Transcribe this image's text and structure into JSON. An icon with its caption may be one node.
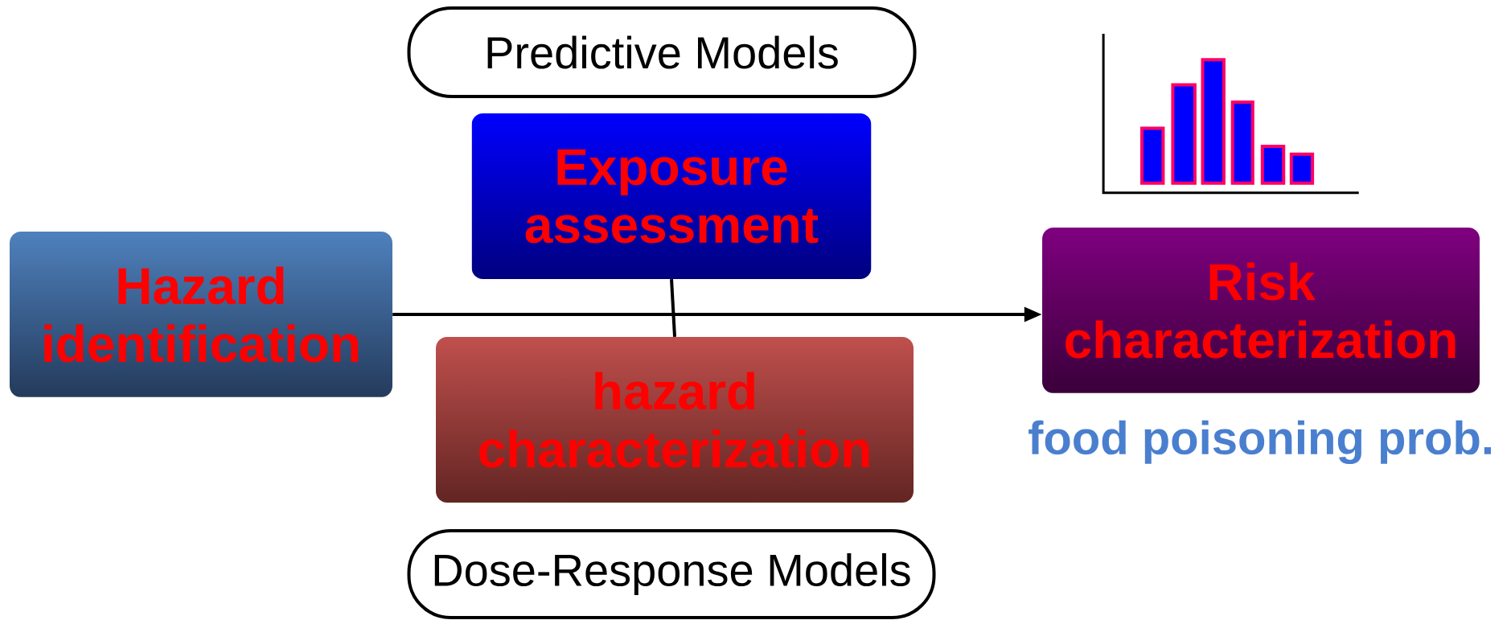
{
  "diagram": {
    "nodes": [
      {
        "text": [
          "Predictive Models"
        ]
      },
      {
        "text": [
          "Exposure assessment"
        ]
      },
      {
        "text": [
          "Hazard identification"
        ]
      },
      {
        "text": [
          "hazard characterization"
        ]
      },
      {
        "text": [
          "Risk characterization"
        ],
        "beside": [
          "food poisoning prob."
        ]
      },
      {
        "text": [
          "Dose-Response Models"
        ]
      }
    ],
    "edges": [
      {
        "from": 2,
        "to": 4,
        "arrow": "to"
      },
      {
        "from": 1,
        "to": 3,
        "arrow": "none"
      }
    ]
  }
}
